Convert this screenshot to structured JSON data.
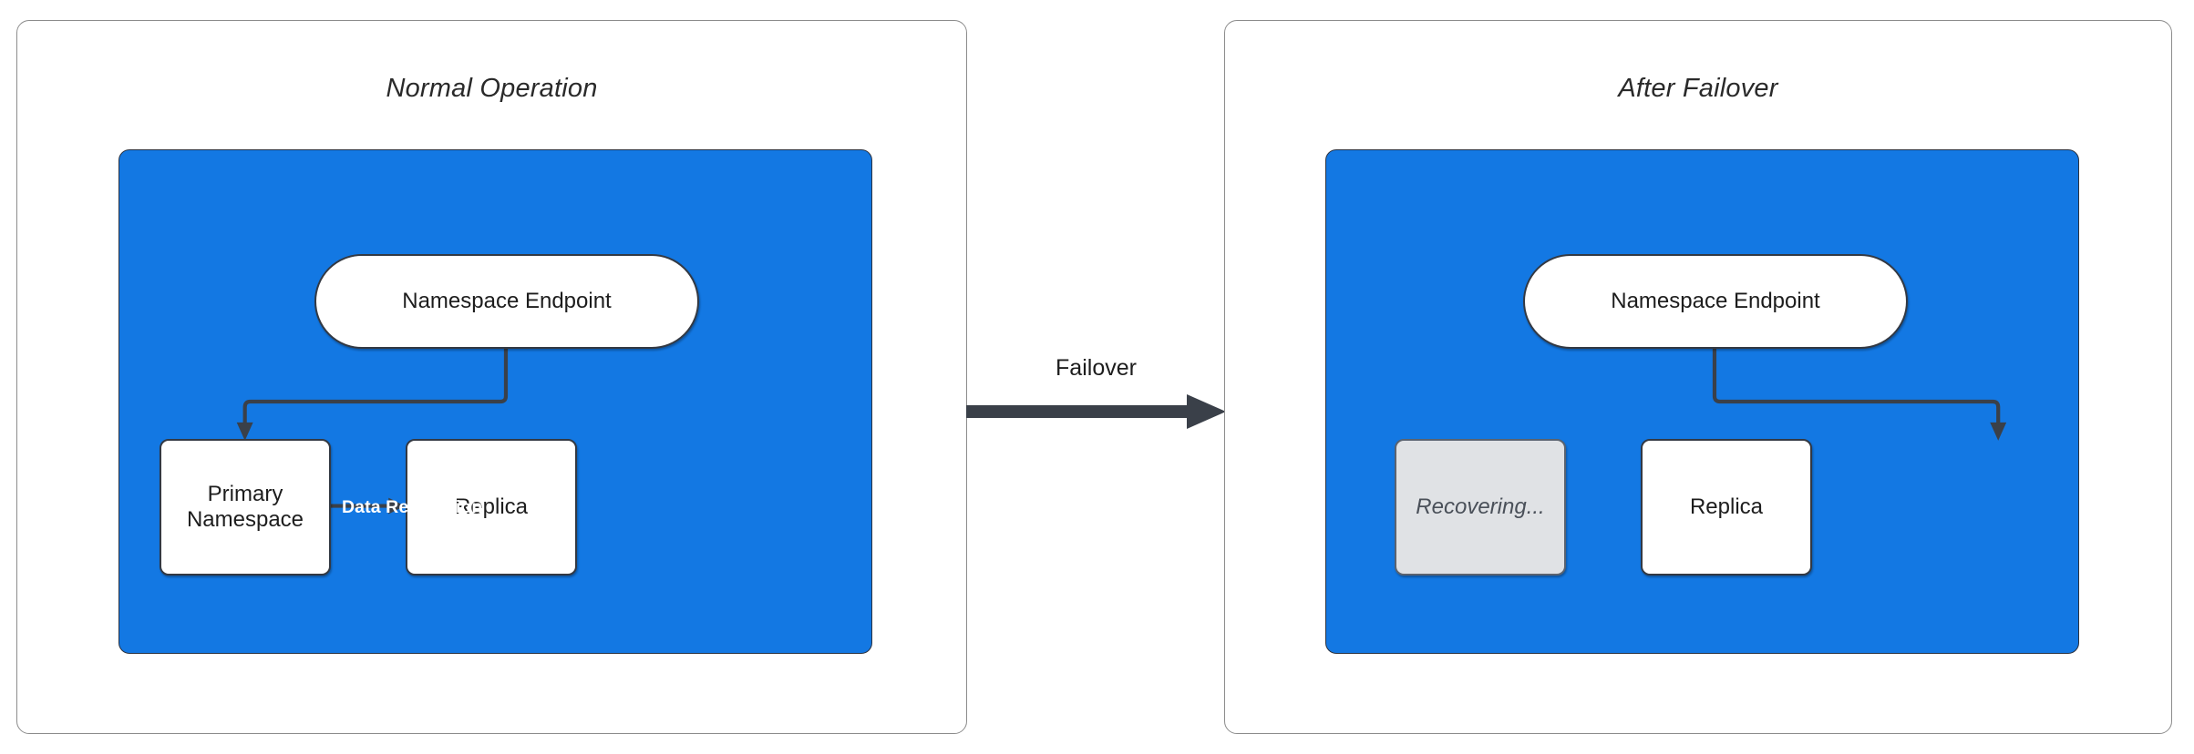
{
  "diagram": {
    "type": "failover-architecture",
    "accent_blue": "#1378E3",
    "stroke_dark": "#3A4049",
    "muted_fill": "#E0E2E5",
    "panels": [
      {
        "id": "normal-operation",
        "title": "Normal Operation",
        "nodes": [
          {
            "id": "endpoint",
            "label": "Namespace Endpoint",
            "shape": "pill",
            "state": "active"
          },
          {
            "id": "primary",
            "label": "Primary Namespace",
            "shape": "rect",
            "state": "active"
          },
          {
            "id": "replica",
            "label": "Replica",
            "shape": "rect",
            "state": "active"
          }
        ],
        "edges": [
          {
            "from": "endpoint",
            "to": "primary",
            "label": ""
          },
          {
            "from": "primary",
            "to": "replica",
            "label": "Data Replication"
          }
        ]
      },
      {
        "id": "after-failover",
        "title": "After Failover",
        "nodes": [
          {
            "id": "endpoint",
            "label": "Namespace Endpoint",
            "shape": "pill",
            "state": "active"
          },
          {
            "id": "recovering",
            "label": "Recovering...",
            "shape": "rect",
            "state": "recovering"
          },
          {
            "id": "replica",
            "label": "Replica",
            "shape": "rect",
            "state": "active"
          }
        ],
        "edges": [
          {
            "from": "endpoint",
            "to": "replica",
            "label": ""
          }
        ]
      }
    ],
    "transition": {
      "label": "Failover",
      "direction": "left-to-right"
    }
  },
  "left_panel": {
    "title": "Normal Operation",
    "endpoint_label": "Namespace Endpoint",
    "primary_label": "Primary\nNamespace",
    "primary_line1": "Primary",
    "primary_line2": "Namespace",
    "replica_label": "Replica",
    "replication_label": "Data Replication"
  },
  "right_panel": {
    "title": "After Failover",
    "endpoint_label": "Namespace Endpoint",
    "recovering_label": "Recovering...",
    "replica_label": "Replica"
  },
  "transition": {
    "label": "Failover"
  }
}
